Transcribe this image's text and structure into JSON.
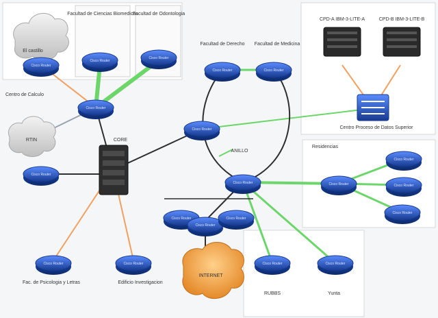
{
  "labels": {
    "cloud_top": "El castillo",
    "box2_title": "Facultad de Ciencias Biomedicas",
    "box3_title": "Facultad de Odontologia",
    "centro_calculo": "Centro de Calculo",
    "cloud_left": "RTIN",
    "core_label": "CORE",
    "facultad_derecho": "Facultad de Derecho",
    "facultad_medicina": "Facultad de Medicina",
    "ring_label": "ANILLO",
    "server1": "CPD-A IBM-3-LITE-A",
    "server2": "CPD-B IBM-3-LITE-B",
    "centro_proceso": "Centro Proceso de Datos Superior",
    "rack_label": "Residencias",
    "bottom_left": "Fac. de Psicologia y Letras",
    "bottom_mid": "Edificio Investigacion",
    "cloud_bottom": "INTERNET",
    "bottom_b1": "RUBBS",
    "bottom_b2": "Yunta",
    "router_text": "Cisco Router"
  },
  "colors": {
    "router": "#2a5fd6",
    "router_dark": "#163a8f",
    "green_link": "#6cd66a",
    "orange_link": "#f0a060",
    "dark_link": "#2f2f2f"
  }
}
